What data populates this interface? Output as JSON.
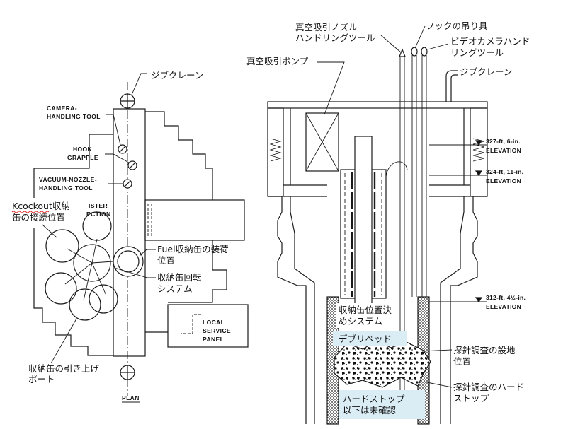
{
  "colors": {
    "line": "#1a1a1a",
    "highlight_box": "#daedf5",
    "spellcheck_underline": "#e0302a"
  },
  "plan_view": {
    "jib_crane_label": "ジブクレーン",
    "camera_handling_tool_label": [
      "CAMERA-",
      "HANDLING TOOL"
    ],
    "hook_grapple_label": [
      "HOOK",
      "GRAPPLE"
    ],
    "vacuum_nozzle_tool_label": [
      "VACUUM-NOZZLE-",
      "HANDLING TOOL"
    ],
    "knockout_canister_label": [
      "Kcockout収納",
      "缶の接続位置"
    ],
    "partial_label": [
      "ISTER",
      "ECTION"
    ],
    "fuel_canister_loading_label": [
      "Fuel収納缶の装荷",
      "位置"
    ],
    "canister_rotation_label": [
      "収納缶回転",
      "システム"
    ],
    "local_service_panel_label": [
      "LOCAL",
      "SERVICE",
      "PANEL"
    ],
    "canister_lift_port_label": [
      "収納缶の引き上げ",
      "ポート"
    ],
    "view_title": "PLAN"
  },
  "elevation_view": {
    "vacuum_nozzle_tool_label": [
      "真空吸引ノズル",
      "ハンドリングツール"
    ],
    "hook_grapple_label": "フックの吊り具",
    "video_camera_tool_label": [
      "ビデオカメラハンド",
      "リングツール"
    ],
    "vacuum_pump_label": "真空吸引ポンプ",
    "jib_crane_label": "ジブクレーン",
    "elevations": [
      {
        "height": "327-ft, 6-in.",
        "label": "ELEVATION"
      },
      {
        "height": "324-ft, 11-in.",
        "label": "ELEVATION"
      },
      {
        "height": "312-ft, 4½-in.",
        "label": "ELEVATION"
      }
    ],
    "canister_positioning_label": [
      "収納缶位置決",
      "めシステム"
    ],
    "debris_bed_label": "デブリベッド",
    "probe_location_label": [
      "探針調査の設地",
      "位置"
    ],
    "probe_hard_stop_label": [
      "探針調査のハード",
      "ストップ"
    ],
    "unverified_label": [
      "ハードストップ",
      "以下は未確認"
    ]
  }
}
